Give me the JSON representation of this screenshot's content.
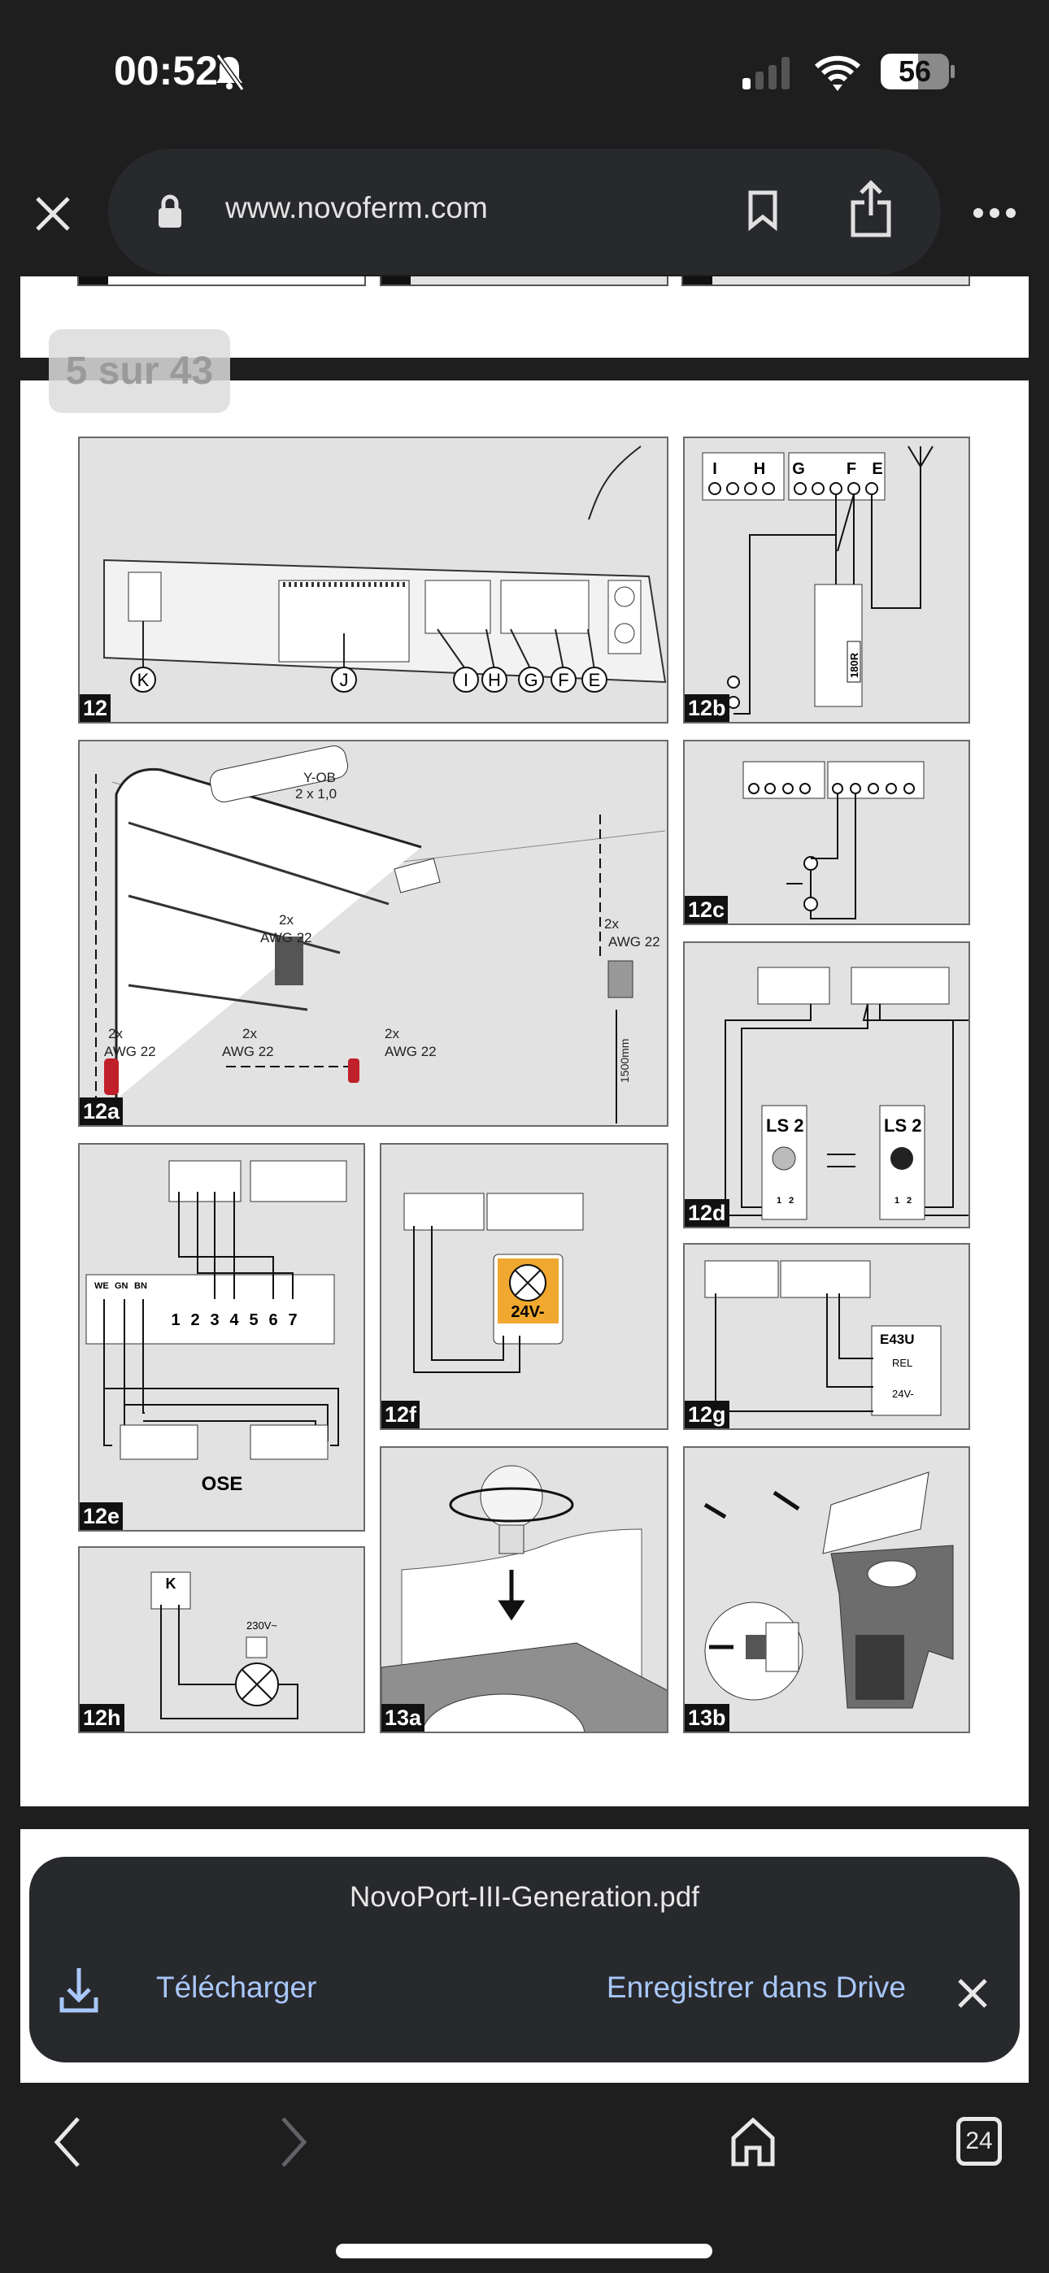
{
  "status_bar": {
    "time": "00:52",
    "battery": "56",
    "silent_icon": "bell-slash-icon"
  },
  "browser": {
    "url": "www.novoferm.com"
  },
  "pdf": {
    "page_indicator": "5 sur 43",
    "panels": {
      "p12": {
        "label": "12",
        "callouts": [
          "K",
          "J",
          "I",
          "H",
          "G",
          "F",
          "E"
        ]
      },
      "p12b": {
        "label": "12b",
        "terminals": [
          "I",
          "H",
          "G",
          "F",
          "E"
        ],
        "resistor": "180R"
      },
      "p12a": {
        "label": "12a",
        "cable_main": "Y-OB",
        "cable_main_spec": "2 x 1,0",
        "cable": "2x",
        "cable_spec": "AWG 22",
        "height": "1500mm"
      },
      "p12c": {
        "label": "12c"
      },
      "p12d": {
        "label": "12d",
        "device": "LS 2",
        "pin1": "1",
        "pin2": "2"
      },
      "p12e": {
        "label": "12e",
        "wires": [
          "WE",
          "GN",
          "BN"
        ],
        "numbers": [
          "1",
          "2",
          "3",
          "4",
          "5",
          "6",
          "7"
        ],
        "device": "OSE"
      },
      "p12f": {
        "label": "12f",
        "lamp": "24V-"
      },
      "p12g": {
        "label": "12g",
        "device": "E43U",
        "rel": "REL",
        "volt": "24V-"
      },
      "p12h": {
        "label": "12h",
        "terminal": "K",
        "volt": "230V~"
      },
      "p13a": {
        "label": "13a"
      },
      "p13b": {
        "label": "13b"
      }
    }
  },
  "download_sheet": {
    "filename": "NovoPort-III-Generation.pdf",
    "download_label": "Télécharger",
    "drive_label": "Enregistrer dans Drive"
  },
  "bottom_nav": {
    "tab_count": "24"
  }
}
